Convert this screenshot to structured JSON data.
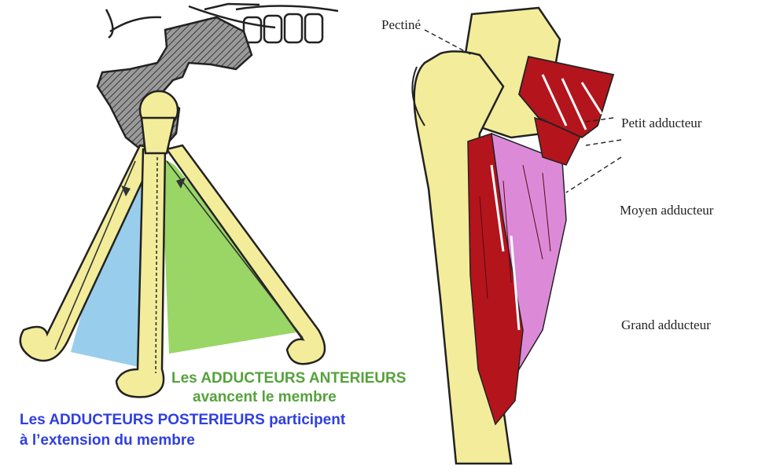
{
  "labels": {
    "pectine": "Pectiné",
    "petit_adducteur": "Petit adducteur",
    "moyen_adducteur": "Moyen adducteur",
    "grand_adducteur": "Grand adducteur"
  },
  "captions": {
    "anterieurs_line1": "Les ADDUCTEURS ANTERIEURS",
    "anterieurs_line2": "avancent le membre",
    "posterieurs_line1": "Les ADDUCTEURS POSTERIEURS participent",
    "posterieurs_line2": "à l’extension du membre"
  },
  "colors": {
    "bone": "#f3ec9a",
    "muscle_red": "#b4141c",
    "muscle_pink": "#dc8ad8",
    "posterior_blue": "#8ec8ea",
    "anterior_green": "#8ed254",
    "caption_green": "#55a23c",
    "caption_blue": "#2f3fe0"
  }
}
